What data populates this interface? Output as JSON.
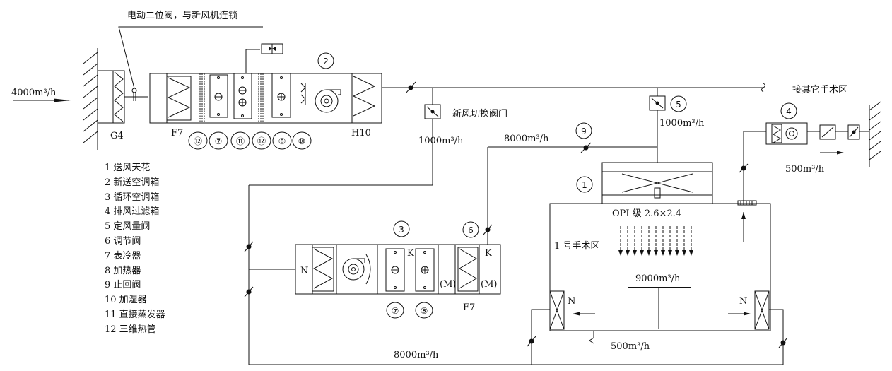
{
  "labels": {
    "valve_note": "电动二位阀，与新风机连锁",
    "fresh_air_flow": "4000m³/h",
    "g4": "G4",
    "f7_fresh": "F7",
    "h10": "H10",
    "other_zones": "接其它手术区",
    "switch_valve": "新风切换阀门",
    "flow_1000_a": "1000m³/h",
    "flow_1000_b": "1000m³/h",
    "flow_8000_top": "8000m³/h",
    "flow_8000_bottom": "8000m³/h",
    "flow_500_exhaust": "500m³/h",
    "flow_500_return": "500m³/h",
    "flow_9000": "9000m³/h",
    "room_class": "OPI 级 2.6×2.4",
    "room_name": "1 号手术区",
    "f7_recirc": "F7",
    "n_recirc": "N",
    "n_left": "N",
    "n_right": "N",
    "k1": "K",
    "k2": "K",
    "m1": "(M)",
    "m2": "(M)",
    "fresh_components": [
      "⑫",
      "⑦",
      "⑪",
      "⑫",
      "⑧",
      "⑩"
    ],
    "recirc_components": [
      "⑦",
      "⑧"
    ],
    "callout_1": "1",
    "callout_2": "2",
    "callout_3": "3",
    "callout_4": "4",
    "callout_5": "5",
    "callout_6": "6",
    "callout_9": "9"
  },
  "legend": [
    "1 送风天花",
    "2 新送空调箱",
    "3 循环空调箱",
    "4 排风过滤箱",
    "5 定风量阀",
    "6 调节阀",
    "7 表冷器",
    "8 加热器",
    "9 止回阀",
    "10 加湿器",
    "11 直接蒸发器",
    "12 三维热管"
  ]
}
